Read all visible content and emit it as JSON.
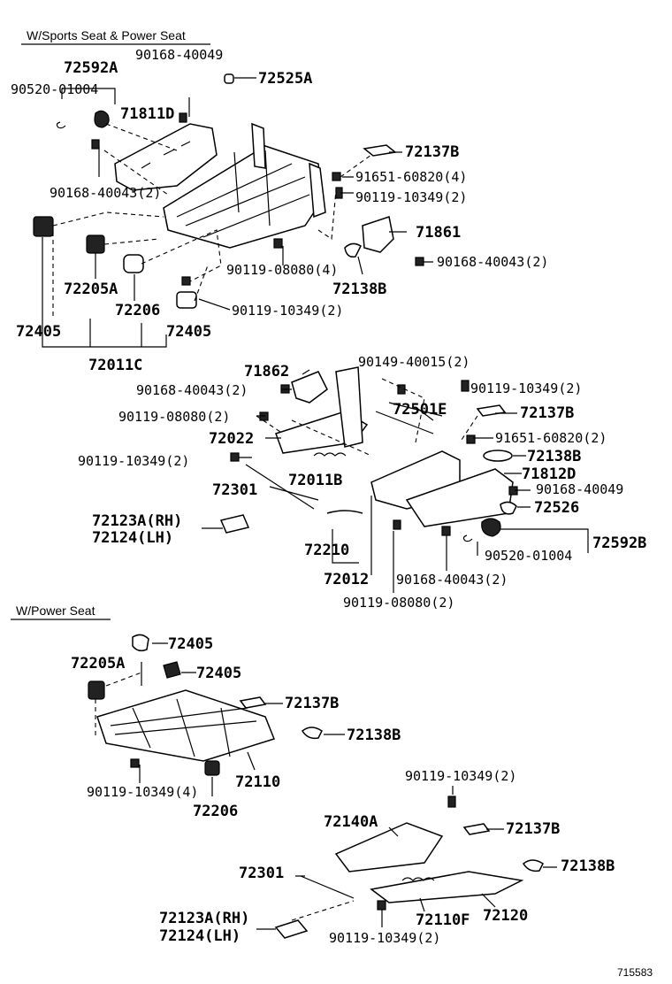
{
  "sections": {
    "sports_power": "W/Sports Seat & Power Seat",
    "power": "W/Power Seat"
  },
  "footer_code": "715583",
  "labels": [
    "72592A",
    "90168-40049",
    "72525A",
    "90520-01004",
    "71811D",
    "72137B",
    "90168-40043(2)",
    "91651-60820(4)",
    "90119-10349(2)",
    "71861",
    "90168-40043(2)",
    "90119-08080(4)",
    "72138B",
    "72205A",
    "72206",
    "90119-10349(2)",
    "72405",
    "72405",
    "72011C",
    "71862",
    "90149-40015(2)",
    "90168-40043(2)",
    "90119-10349(2)",
    "90119-08080(2)",
    "72501E",
    "72137B",
    "72022",
    "91651-60820(2)",
    "90119-10349(2)",
    "72138B",
    "72011B",
    "71812D",
    "72301",
    "90168-40049",
    "72123A(RH)",
    "72526",
    "72124(LH)",
    "72592B",
    "72210",
    "90520-01004",
    "72012",
    "90168-40043(2)",
    "90119-08080(2)",
    "72405",
    "72205A",
    "72405",
    "72137B",
    "72138B",
    "90119-10349(4)",
    "72110",
    "72206",
    "90119-10349(2)",
    "72140A",
    "72137B",
    "72301",
    "72138B",
    "72123A(RH)",
    "72110F",
    "72120",
    "72124(LH)",
    "90119-10349(2)"
  ]
}
